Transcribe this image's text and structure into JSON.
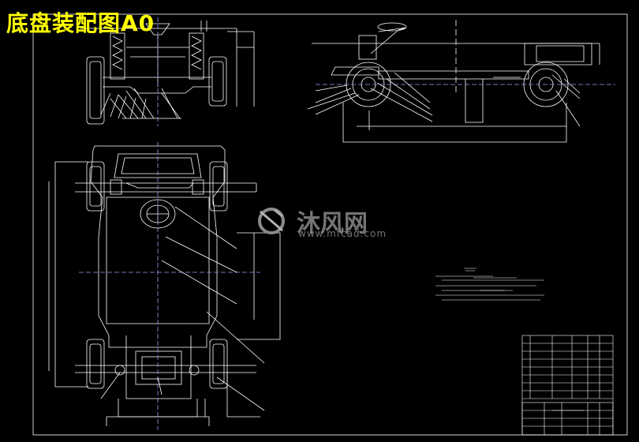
{
  "title": "底盘装配图A0",
  "watermark": {
    "name": "沐风网",
    "url": "www.mfcad.com"
  },
  "colors": {
    "background": "#000000",
    "line": "#ffffff",
    "title": "#ffff00",
    "watermark": "#8a8a8a",
    "centerline": "#9a9aff"
  }
}
